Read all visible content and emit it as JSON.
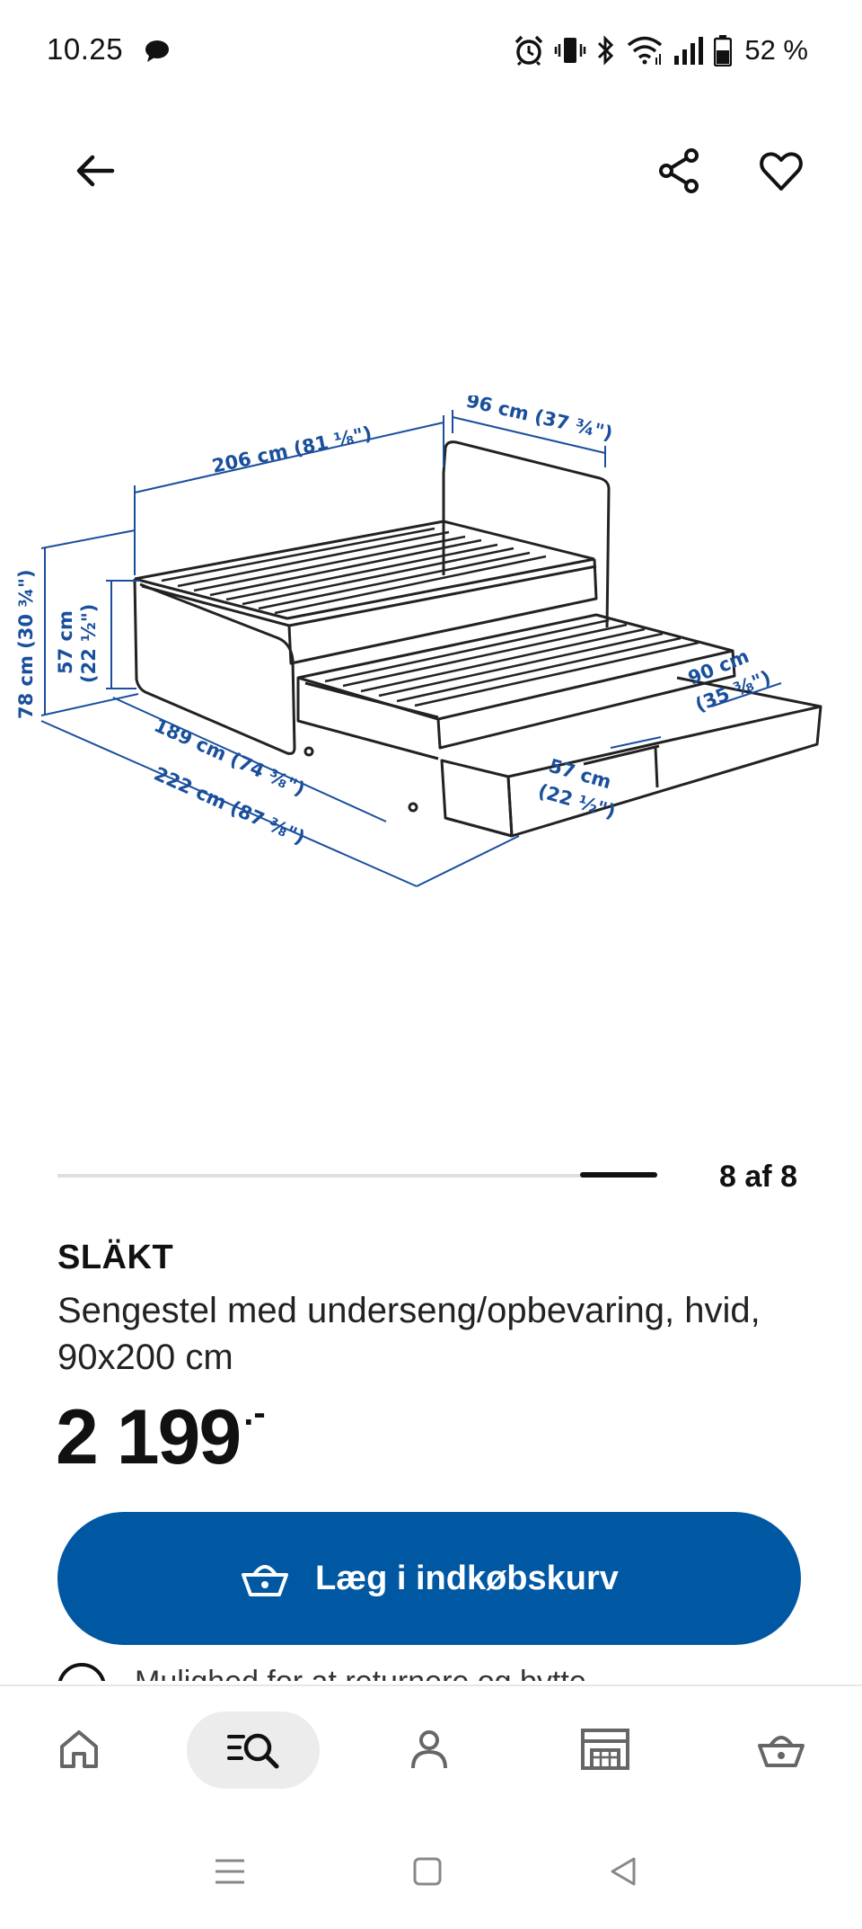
{
  "status_bar": {
    "time": "10.25",
    "battery_percent": "52 %"
  },
  "product_image": {
    "dimensions": {
      "length_top": "206 cm (81 ⅛\")",
      "width_top": "96 cm (37 ¾\")",
      "height_total": "78 cm (30 ¾\")",
      "height_side": "57 cm",
      "height_side_in": "(22 ½\")",
      "length_mid": "189 cm (74 ⅜\")",
      "length_bottom": "222 cm (87 ⅜\")",
      "drawer_depth": "90 cm",
      "drawer_depth_in": "(35 ⅜\")",
      "drawer_width": "57 cm",
      "drawer_width_in": "(22 ½\")"
    }
  },
  "carousel": {
    "counter": "8 af 8",
    "current": 8,
    "total": 8
  },
  "product": {
    "name": "SLÄKT",
    "description": "Sengestel med underseng/opbevaring, hvid, 90x200 cm",
    "price": "2 199",
    "price_suffix": ".-"
  },
  "actions": {
    "add_to_cart_label": "Læg i indkøbskurv"
  },
  "info_row": {
    "text": "Mulighed for at returnere og bytte"
  },
  "colors": {
    "primary_blue": "#0058a3",
    "diagram_blue": "#1a4f9c",
    "text": "#111111"
  },
  "icons": {
    "back": "arrow-left-icon",
    "share": "share-icon",
    "favorite": "heart-icon",
    "cart": "basket-icon",
    "home": "home-icon",
    "search": "search-list-icon",
    "profile": "person-icon",
    "stores": "store-icon",
    "basket": "basket-icon"
  }
}
